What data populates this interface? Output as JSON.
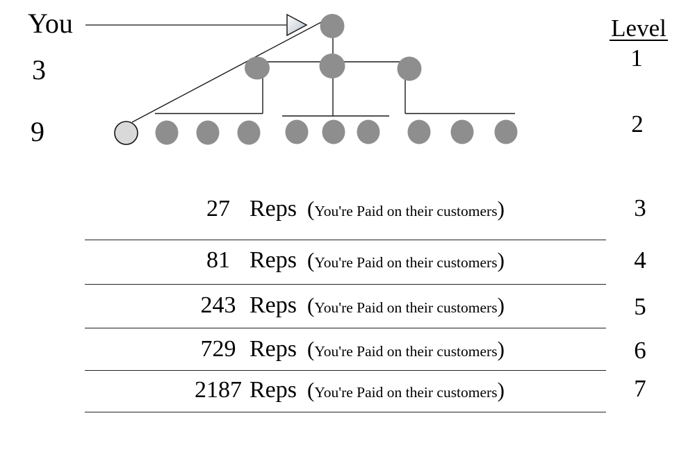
{
  "diagram": {
    "you_label": "You",
    "level_column_header": "Level",
    "level1_number": "1",
    "level2_number": "2",
    "level1_count": "3",
    "level2_count": "9",
    "colors": {
      "node_fill": "#8e8e8e",
      "highlight_node_fill": "#d9d9d9",
      "line": "#1a1a1a"
    }
  },
  "table": {
    "rows": [
      {
        "count": "27",
        "unit": "Reps",
        "paren_open": "(",
        "note": "You're Paid on their customers",
        "paren_close": ")",
        "level": "3"
      },
      {
        "count": "81",
        "unit": "Reps",
        "paren_open": "(",
        "note": "You're Paid on their customers",
        "paren_close": ")",
        "level": "4"
      },
      {
        "count": "243",
        "unit": "Reps",
        "paren_open": "(",
        "note": "You're Paid on their customers",
        "paren_close": ")",
        "level": "5"
      },
      {
        "count": "729",
        "unit": "Reps",
        "paren_open": "(",
        "note": "You're Paid on their customers",
        "paren_close": ")",
        "level": "6"
      },
      {
        "count": "2187",
        "unit": "Reps",
        "paren_open": "(",
        "note": "You're Paid on their customers",
        "paren_close": ")",
        "level": "7"
      }
    ]
  }
}
